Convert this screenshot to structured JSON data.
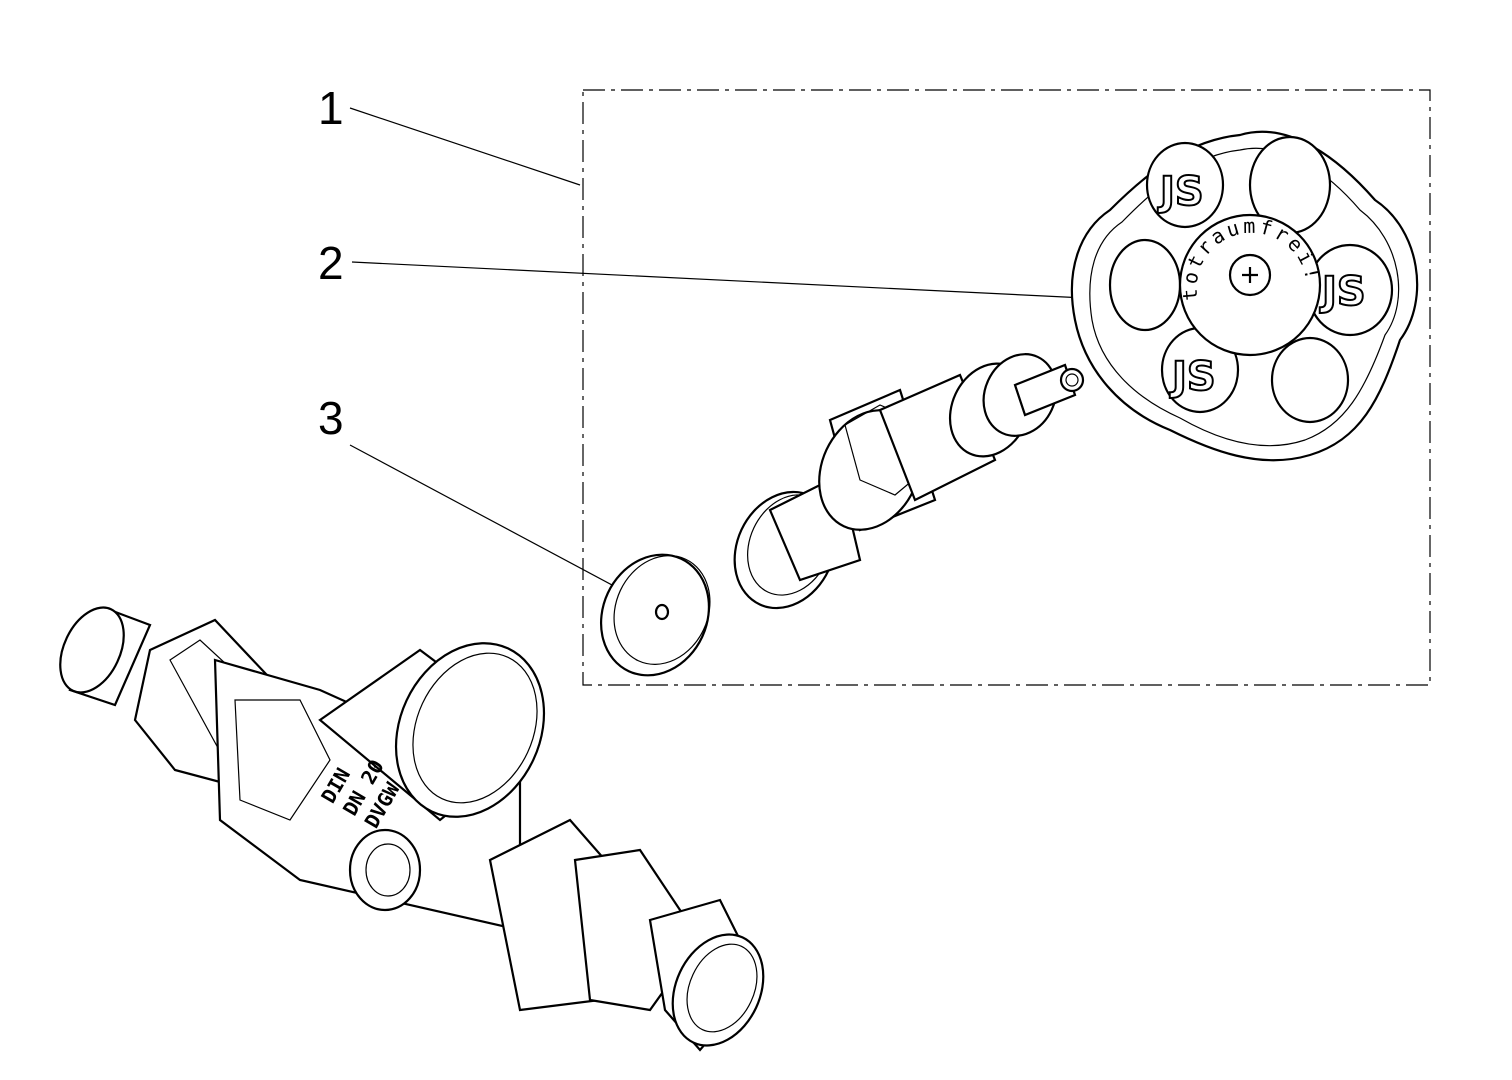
{
  "callouts": [
    {
      "number": "1",
      "part": "upper-part-assembly"
    },
    {
      "number": "2",
      "part": "handwheel"
    },
    {
      "number": "3",
      "part": "seal-washer"
    }
  ],
  "handwheel": {
    "hub_text": "totraumfrei!",
    "logo_text": "JS"
  },
  "valve_body": {
    "markings": [
      "DIN",
      "DN 20",
      "DVGW"
    ]
  }
}
